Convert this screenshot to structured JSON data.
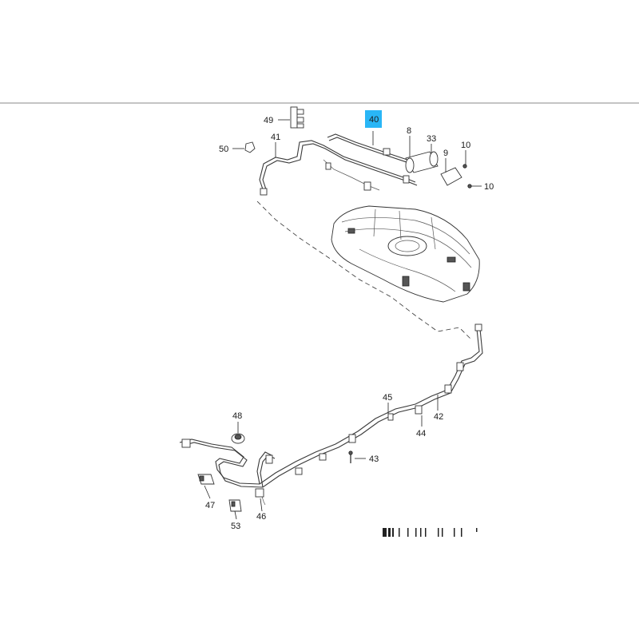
{
  "diagram": {
    "highlight_color": "#29b6f6",
    "callouts": {
      "c40": "40",
      "c49": "49",
      "c50": "50",
      "c41": "41",
      "c8": "8",
      "c33": "33",
      "c9": "9",
      "c10a": "10",
      "c10b": "10",
      "c45": "45",
      "c42": "42",
      "c44": "44",
      "c48": "48",
      "c43": "43",
      "c47": "47",
      "c53": "53",
      "c46": "46"
    }
  }
}
